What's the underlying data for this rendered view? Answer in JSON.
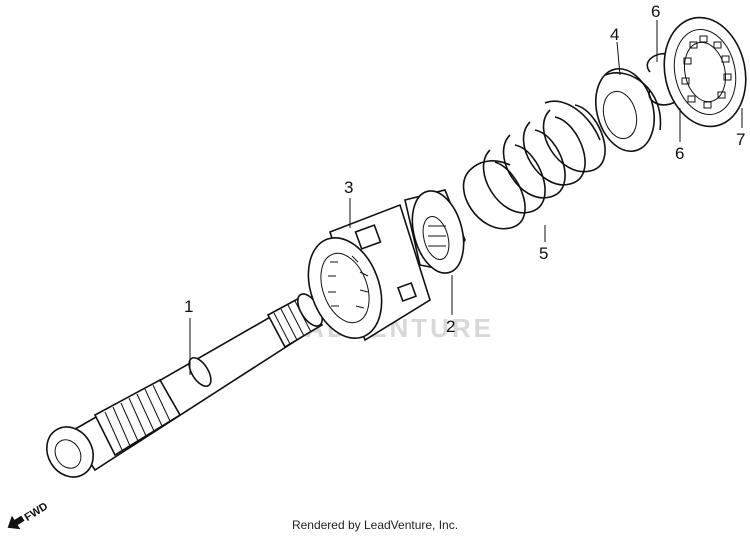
{
  "callouts": {
    "c1": "1",
    "c2": "2",
    "c3": "3",
    "c4": "4",
    "c5": "5",
    "c6a": "6",
    "c6b": "6",
    "c7": "7"
  },
  "direction_label": "FWD",
  "watermark": "LEADVENTURE",
  "footer_text": "Rendered by LeadVenture, Inc."
}
